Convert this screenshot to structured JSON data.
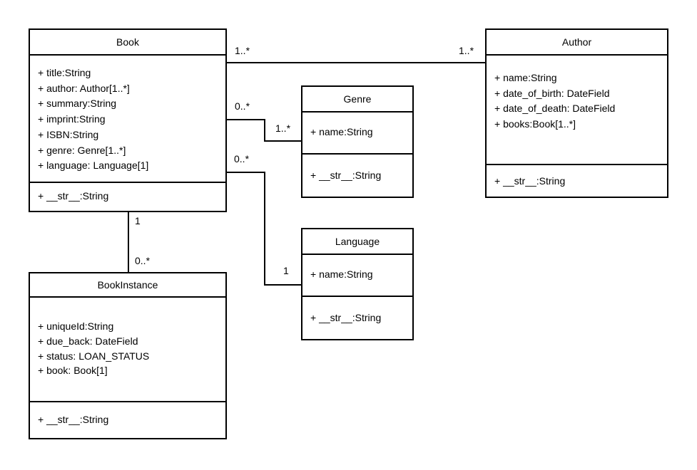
{
  "colors": {
    "stroke": "#000000",
    "background": "#ffffff",
    "text": "#000000"
  },
  "diagram": {
    "type": "uml-class-diagram",
    "classes": [
      {
        "name": "Book",
        "attributes": [
          "+ title:String",
          "+ author: Author[1..*]",
          "+ summary:String",
          "+ imprint:String",
          "+ ISBN:String",
          "+ genre: Genre[1..*]",
          "+ language: Language[1]"
        ],
        "methods": [
          "+ __str__:String"
        ]
      },
      {
        "name": "Author",
        "attributes": [
          "+ name:String",
          "+ date_of_birth: DateField",
          "+ date_of_death: DateField",
          "+ books:Book[1..*]"
        ],
        "methods": [
          "+ __str__:String"
        ]
      },
      {
        "name": "Genre",
        "attributes": [
          "+ name:String"
        ],
        "methods": [
          "+ __str__:String"
        ]
      },
      {
        "name": "Language",
        "attributes": [
          "+ name:String"
        ],
        "methods": [
          "+ __str__:String"
        ]
      },
      {
        "name": "BookInstance",
        "attributes": [
          "+ uniqueId:String",
          "+ due_back: DateField",
          "+ status: LOAN_STATUS",
          "+ book: Book[1]"
        ],
        "methods": [
          "+ __str__:String"
        ]
      }
    ],
    "associations": [
      {
        "from": "Book",
        "to": "Author",
        "from_multiplicity": "1..*",
        "to_multiplicity": "1..*"
      },
      {
        "from": "Book",
        "to": "Genre",
        "from_multiplicity": "0..*",
        "to_multiplicity": "1..*"
      },
      {
        "from": "Book",
        "to": "Language",
        "from_multiplicity": "0..*",
        "to_multiplicity": "1"
      },
      {
        "from": "Book",
        "to": "BookInstance",
        "from_multiplicity": "1",
        "to_multiplicity": "0..*"
      }
    ]
  }
}
